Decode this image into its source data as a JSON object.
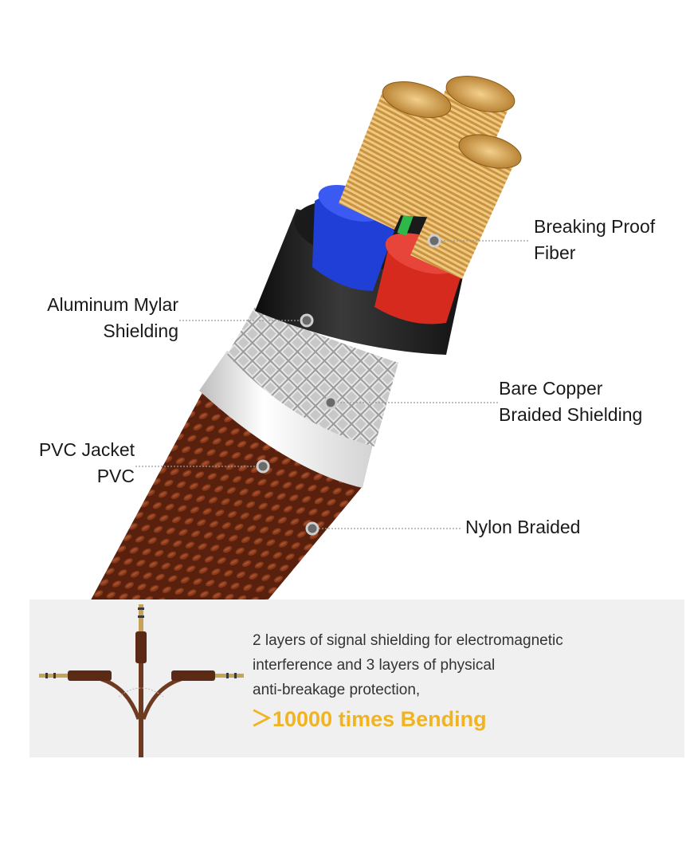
{
  "callouts": {
    "breaking_proof": [
      "Breaking Proof",
      "Fiber"
    ],
    "aluminum_mylar": [
      "Aluminum Mylar",
      "Shielding"
    ],
    "bare_copper": [
      "Bare Copper",
      "Braided Shielding"
    ],
    "pvc_jacket": [
      "PVC Jacket",
      "PVC"
    ],
    "nylon_braided": [
      "Nylon Braided"
    ]
  },
  "info": {
    "lines": [
      "2 layers of signal shielding for electromagnetic",
      "interference and 3 layers of physical",
      "anti-breakage protection,"
    ],
    "highlight": "＞10000 times Bending"
  },
  "colors": {
    "accent": "#f2b320",
    "braid_brown": "#6e2a14",
    "copper_gold": "#d9a55a",
    "insulation_blue": "#1f3fd6",
    "insulation_red": "#d62a1e",
    "panel_bg": "#f0f0f0"
  }
}
